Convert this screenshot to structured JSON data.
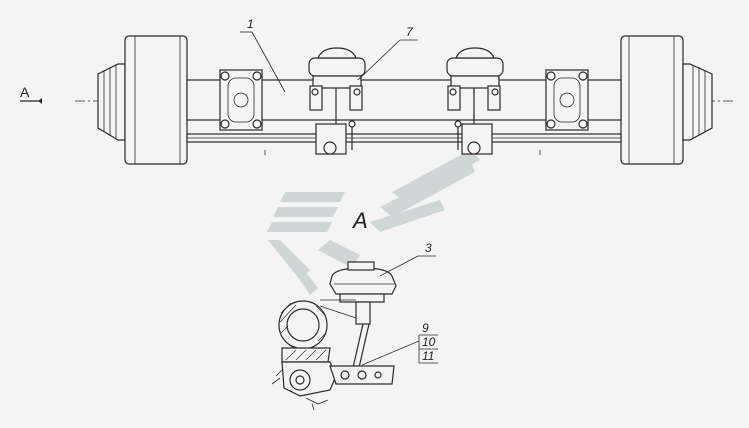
{
  "callouts": {
    "c1": "1",
    "c7": "7",
    "c3": "3",
    "c9": "9",
    "c10": "10",
    "c11": "11"
  },
  "views": {
    "section_marker": "А",
    "view_title": "А"
  },
  "watermark_colors": {
    "fill": "#c9d0cf"
  }
}
